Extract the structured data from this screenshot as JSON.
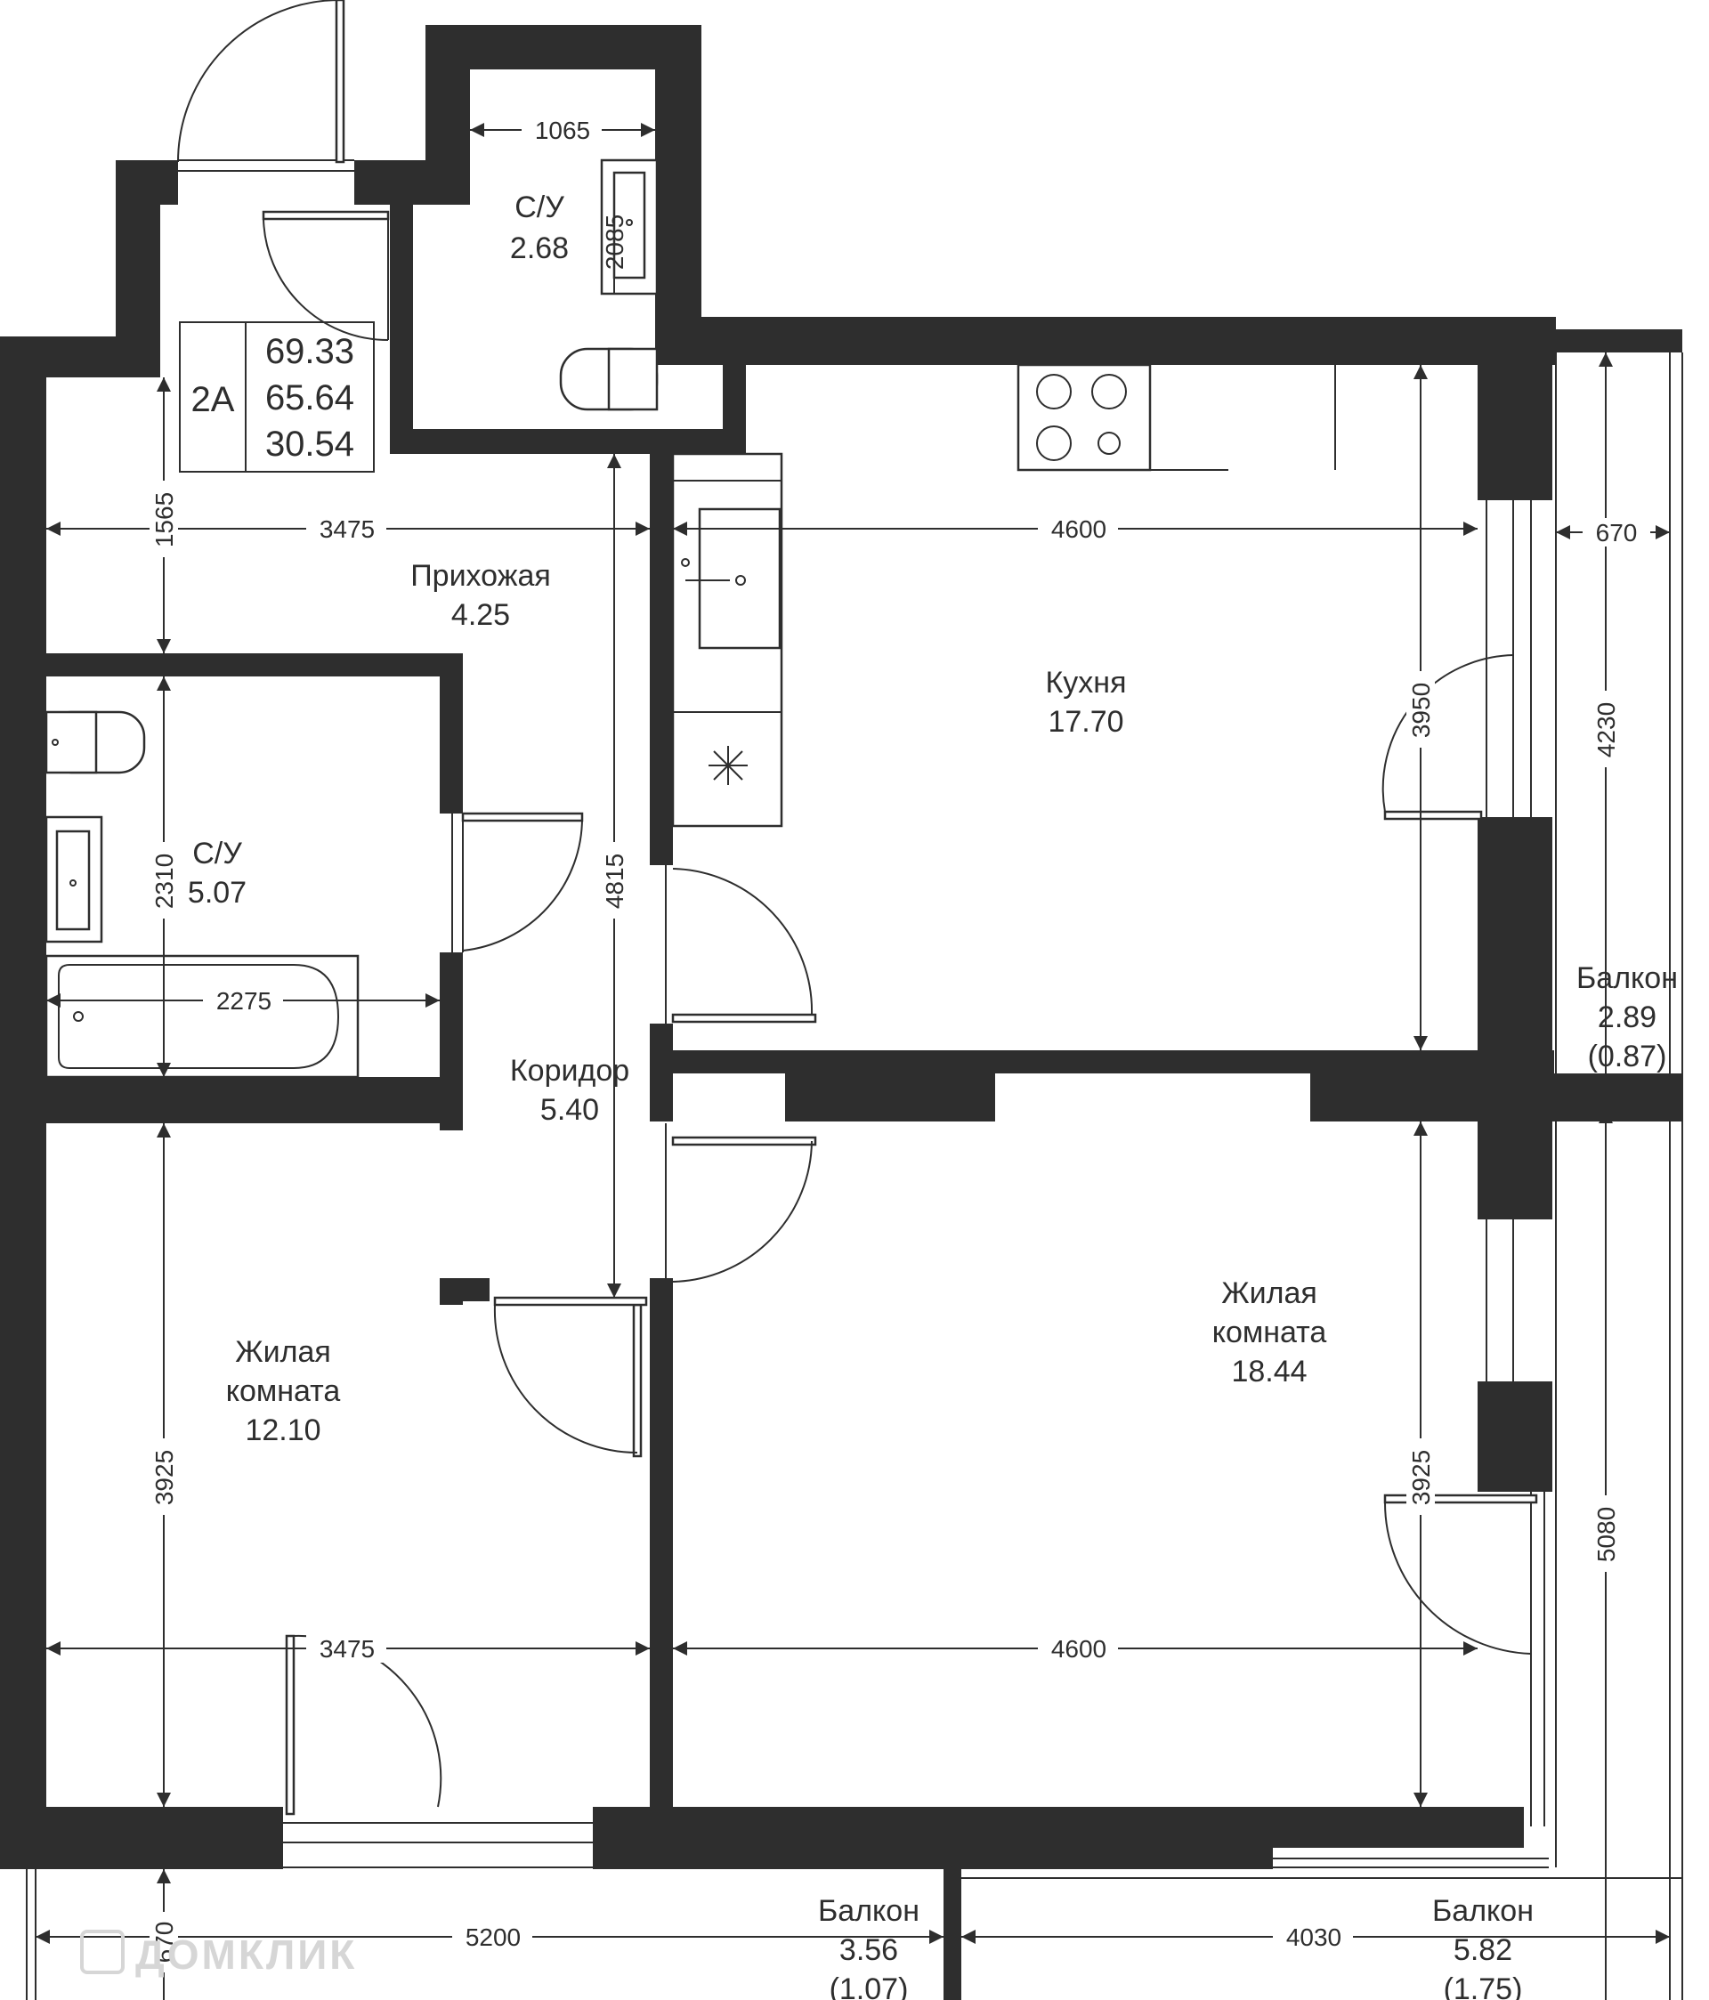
{
  "apartment": {
    "type": "2А",
    "total_area": "69.33",
    "living_area_sum": "65.64",
    "living_rooms": "30.54"
  },
  "rooms": [
    {
      "id": "wc_small",
      "name": "С/У",
      "area": "2.68"
    },
    {
      "id": "hall",
      "name": "Прихожая",
      "area": "4.25"
    },
    {
      "id": "kitchen",
      "name": "Кухня",
      "area": "17.70"
    },
    {
      "id": "bath",
      "name": "С/У",
      "area": "5.07"
    },
    {
      "id": "corridor",
      "name": "Коридор",
      "area": "5.40"
    },
    {
      "id": "living_left",
      "name_line1": "Жилая",
      "name_line2": "комната",
      "area": "12.10"
    },
    {
      "id": "living_right",
      "name_line1": "Жилая",
      "name_line2": "комната",
      "area": "18.44"
    },
    {
      "id": "balcony_right",
      "name": "Балкон",
      "area": "2.89",
      "area_coef": "(0.87)"
    },
    {
      "id": "balcony_bottom_left",
      "name": "Балкон",
      "area": "3.56",
      "area_coef": "(1.07)"
    },
    {
      "id": "balcony_bottom_right",
      "name": "Балкон",
      "area": "5.82",
      "area_coef": "(1.75)"
    }
  ],
  "dimensions": {
    "wc_width": "1065",
    "wc_depth": "2085",
    "hall_width": "3475",
    "hall_depth": "1565",
    "kitchen_width": "4600",
    "kitchen_depth": "3950",
    "bath_depth": "2310",
    "bath_width": "2275",
    "corridor_length": "4815",
    "living_left_depth": "3925",
    "living_left_width": "3475",
    "living_right_depth": "3925",
    "living_right_width": "4600",
    "balcony_right_width": "670",
    "balcony_right_upper": "4230",
    "balcony_right_lower": "5080",
    "balcony_bottom_depth": "670",
    "balcony_bottom_left_len": "5200",
    "balcony_bottom_right_len": "4030"
  },
  "watermark": "ДОМКЛИК"
}
